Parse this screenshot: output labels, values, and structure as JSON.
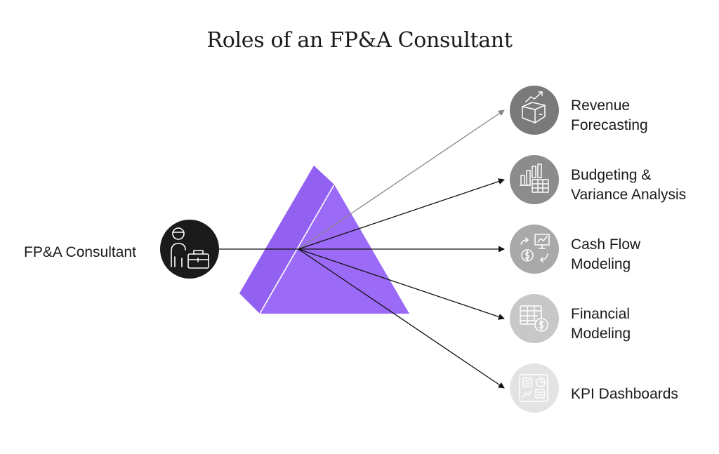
{
  "title": "Roles of an FP&A Consultant",
  "source": {
    "label": "FP&A Consultant",
    "icon": "consultant-with-briefcase-icon"
  },
  "colors": {
    "prism": "#9B6BF7",
    "source_circle": "#1a1a1a",
    "role_circles": [
      "#7a7a7a",
      "#8c8c8c",
      "#a9a9a9",
      "#c8c8c8",
      "#e3e3e3"
    ]
  },
  "roles": [
    {
      "label": "Revenue\nForecasting",
      "icon": "growth-box-icon"
    },
    {
      "label": "Budgeting &\nVariance Analysis",
      "icon": "bar-chart-table-icon"
    },
    {
      "label": "Cash Flow\nModeling",
      "icon": "cash-flow-icon"
    },
    {
      "label": "Financial\nModeling",
      "icon": "spreadsheet-dollar-icon"
    },
    {
      "label": "KPI Dashboards",
      "icon": "dashboard-icon"
    }
  ]
}
